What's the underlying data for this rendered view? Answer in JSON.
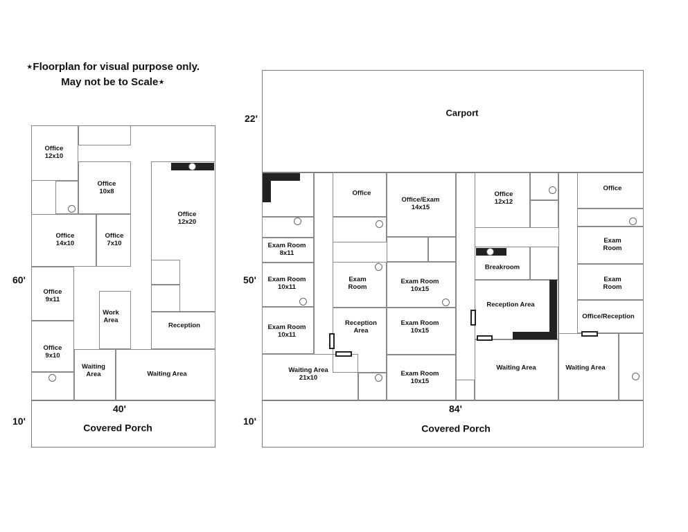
{
  "note": {
    "line1": "⋆Floorplan for visual purpose only.",
    "line2": "May not be to Scale⋆"
  },
  "left_plan": {
    "dims": {
      "height": "60'",
      "width": "40'",
      "porch_depth": "10'"
    },
    "rooms": [
      {
        "name": "Office",
        "size": "12x10"
      },
      {
        "name": "Office",
        "size": "10x8"
      },
      {
        "name": "Office",
        "size": "12x20"
      },
      {
        "name": "Office",
        "size": "14x10"
      },
      {
        "name": "Office",
        "size": "7x10"
      },
      {
        "name": "Office",
        "size": "9x11"
      },
      {
        "name": "Work",
        "size": "Area"
      },
      {
        "name": "Reception",
        "size": ""
      },
      {
        "name": "Office",
        "size": "9x10"
      },
      {
        "name": "Waiting",
        "size": "Area"
      },
      {
        "name": "Waiting Area",
        "size": ""
      }
    ],
    "porch": "Covered Porch"
  },
  "right_plan": {
    "dims": {
      "carport_depth": "22'",
      "height": "50'",
      "width": "84'",
      "porch_depth": "10'"
    },
    "carport": "Carport",
    "rooms": [
      {
        "name": "Office",
        "size": ""
      },
      {
        "name": "Office/Exam",
        "size": "14x15"
      },
      {
        "name": "Office",
        "size": "12x12"
      },
      {
        "name": "Office",
        "size": ""
      },
      {
        "name": "Exam Room",
        "size": "8x11"
      },
      {
        "name": "Exam Room",
        "size": "10x11"
      },
      {
        "name": "Exam",
        "size": "Room"
      },
      {
        "name": "Exam Room",
        "size": "10x15"
      },
      {
        "name": "Breakroom",
        "size": ""
      },
      {
        "name": "Exam",
        "size": "Room"
      },
      {
        "name": "Exam",
        "size": "Room"
      },
      {
        "name": "Reception Area",
        "size": ""
      },
      {
        "name": "Office/Reception",
        "size": ""
      },
      {
        "name": "Exam Room",
        "size": "10x11"
      },
      {
        "name": "Reception",
        "size": "Area"
      },
      {
        "name": "Exam Room",
        "size": "10x15"
      },
      {
        "name": "Waiting Area",
        "size": ""
      },
      {
        "name": "Waiting Area",
        "size": ""
      },
      {
        "name": "Waiting Area",
        "size": "21x10"
      },
      {
        "name": "Exam Room",
        "size": "10x15"
      }
    ],
    "porch": "Covered Porch"
  }
}
